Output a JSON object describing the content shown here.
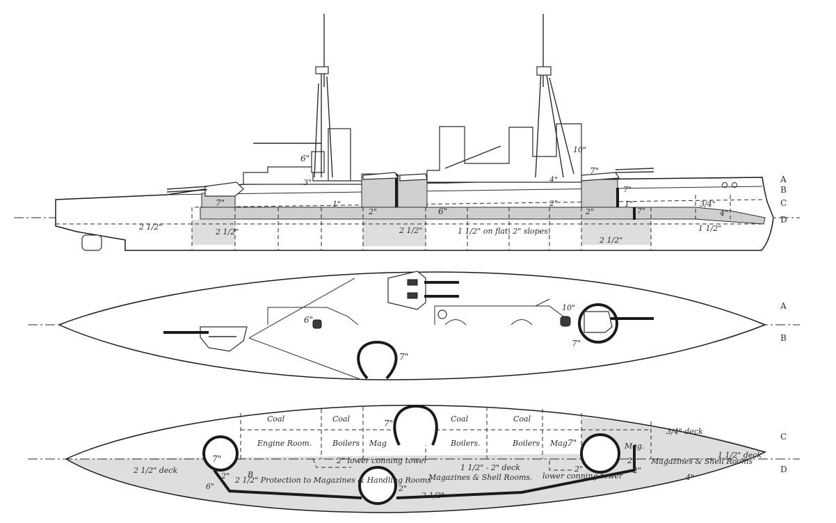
{
  "side_profile": {
    "armor_labels": [
      "6\"",
      "3\"",
      "7\"",
      "1\"",
      "2\"",
      "6\"",
      "2\"",
      "4\"",
      "7\"",
      "1\"",
      "2\"",
      "7\"",
      "3/4\"",
      "4\"",
      "10\"",
      "7\"",
      "2 1/2\"",
      "2 1/2\"",
      "2 1/2\"",
      "1 1/2\" on flat, 2\" slopes.",
      "2 1/2\"",
      "1 1/2\""
    ],
    "deck_letters": [
      "A",
      "B",
      "C",
      "D"
    ]
  },
  "upper_deck_plan": {
    "armor_labels": [
      "6\"",
      "10\"",
      "7\"",
      "7\""
    ],
    "deck_letters": [
      "A",
      "B"
    ]
  },
  "lower_deck_plan": {
    "compartments": [
      "Coal",
      "Coal",
      "Coal",
      "Coal",
      "Engine Room.",
      "Boilers",
      "Mag",
      "Boilers.",
      "Boilers",
      "Mag.",
      "Mag."
    ],
    "armor_labels": [
      "7\"",
      "7\"",
      "7\"",
      "2\"",
      "2\"",
      "2\"",
      "2\"",
      "6\"",
      "4\"",
      "2\""
    ],
    "notes": [
      "2 1/2\" deck",
      "2 1/2\" Protection to Magazines & Handling Rooms",
      "2\" lower conning tower",
      "1 1/2\" - 2\" deck",
      "lower conning tower",
      "Magazines & Shell Rooms.",
      "3/4\" deck",
      "Magazines & Shell Rooms",
      "1 1/2\" deck",
      "2 1/2\"",
      "B"
    ],
    "deck_letters": [
      "C",
      "D"
    ]
  },
  "colors": {
    "line": "#2a2a2a",
    "armor_shading": "#cfcfcf",
    "background": "#ffffff"
  }
}
